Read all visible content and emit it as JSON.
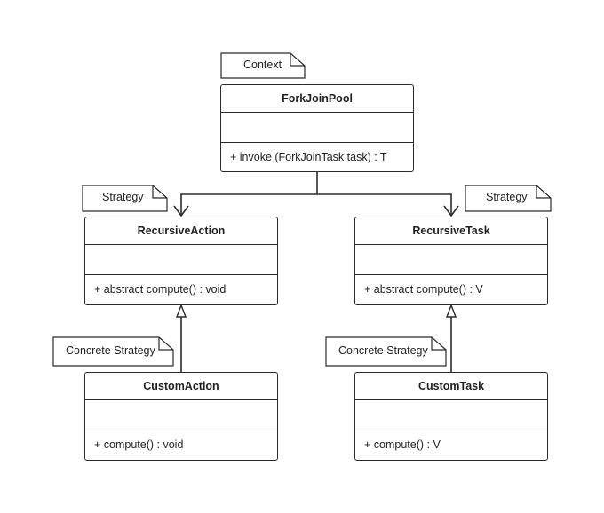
{
  "notes": {
    "context": "Context",
    "strategy_left": "Strategy",
    "strategy_right": "Strategy",
    "concrete_left": "Concrete Strategy",
    "concrete_right": "Concrete Strategy"
  },
  "classes": {
    "fork_join_pool": {
      "name": "ForkJoinPool",
      "operation": "+ invoke (ForkJoinTask task) : T"
    },
    "recursive_action": {
      "name": "RecursiveAction",
      "operation": "+ abstract compute() : void"
    },
    "recursive_task": {
      "name": "RecursiveTask",
      "operation": "+ abstract compute() : V"
    },
    "custom_action": {
      "name": "CustomAction",
      "operation": "+ compute() : void"
    },
    "custom_task": {
      "name": "CustomTask",
      "operation": "+ compute() : V"
    }
  }
}
